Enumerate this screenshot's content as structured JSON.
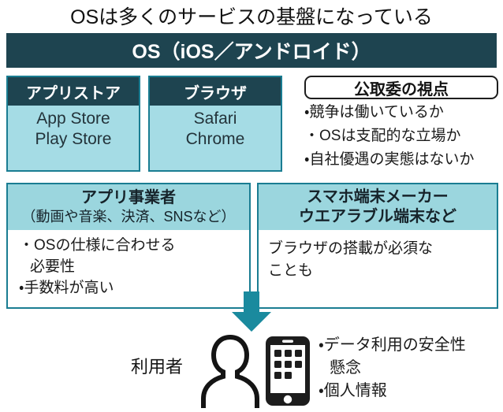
{
  "headline": "OSは多くのサービスの基盤になっている",
  "os_banner": {
    "label": "OS（iOS／アンドロイド）"
  },
  "cards": [
    {
      "head": "アプリストア",
      "lines": [
        "App Store",
        "Play Store"
      ]
    },
    {
      "head": "ブラウザ",
      "lines": [
        "Safari",
        "Chrome"
      ]
    }
  ],
  "jftc": {
    "title": "公取委の視点",
    "items": [
      "・競争は働いているか",
      "・OSは支配的な立場か",
      "・自社優遇の実態はないか"
    ]
  },
  "panels": {
    "app_business": {
      "head_line1": "アプリ事業者",
      "head_line2": "（動画や音楽、決済、SNSなど）",
      "items": [
        "・OSの仕様に合わせる",
        "必要性",
        "・手数料が高い"
      ]
    },
    "device_maker": {
      "head_line1": "スマホ端末メーカー",
      "head_line2": "ウエアラブル端末など",
      "items": [
        "ブラウザの搭載が必須な",
        "ことも"
      ]
    }
  },
  "bottom": {
    "user_label": "利用者",
    "notes": [
      "・データ利用の安全性",
      "懸念",
      "・個人情報"
    ]
  },
  "colors": {
    "dark_teal": "#1e4450",
    "light_cyan": "#a5dce5",
    "head_cyan": "#9bd6de",
    "border_teal": "#1a7d92",
    "arrow_teal": "#1a8a9e",
    "ink": "#1a1a1a",
    "white": "#ffffff"
  }
}
